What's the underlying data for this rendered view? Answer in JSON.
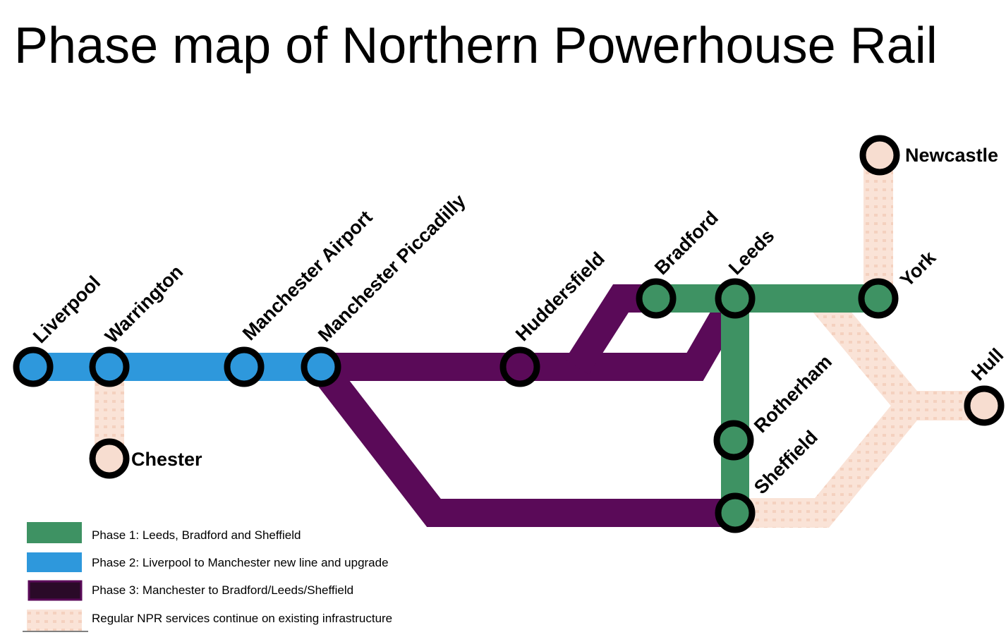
{
  "title": "Phase map of Northern Powerhouse Rail",
  "colors": {
    "phase1": "#3e9263",
    "phase2": "#2e98dc",
    "phase3": "#5a0a58",
    "existing": "#f7ddd0",
    "station_ring": "#000000"
  },
  "stations": {
    "liverpool": "Liverpool",
    "warrington": "Warrington",
    "manchester_airport": "Manchester Airport",
    "manchester_piccadilly": "Manchester Piccadilly",
    "huddersfield": "Huddersfield",
    "bradford": "Bradford",
    "leeds": "Leeds",
    "york": "York",
    "newcastle": "Newcastle",
    "hull": "Hull",
    "rotherham": "Rotherham",
    "sheffield": "Sheffield",
    "chester": "Chester"
  },
  "legend": [
    {
      "label": "Phase 1: Leeds, Bradford and Sheffield"
    },
    {
      "label": "Phase 2: Liverpool to Manchester new line and upgrade"
    },
    {
      "label": "Phase 3: Manchester to Bradford/Leeds/Sheffield"
    },
    {
      "label": "Regular NPR services continue on existing infrastructure"
    }
  ]
}
